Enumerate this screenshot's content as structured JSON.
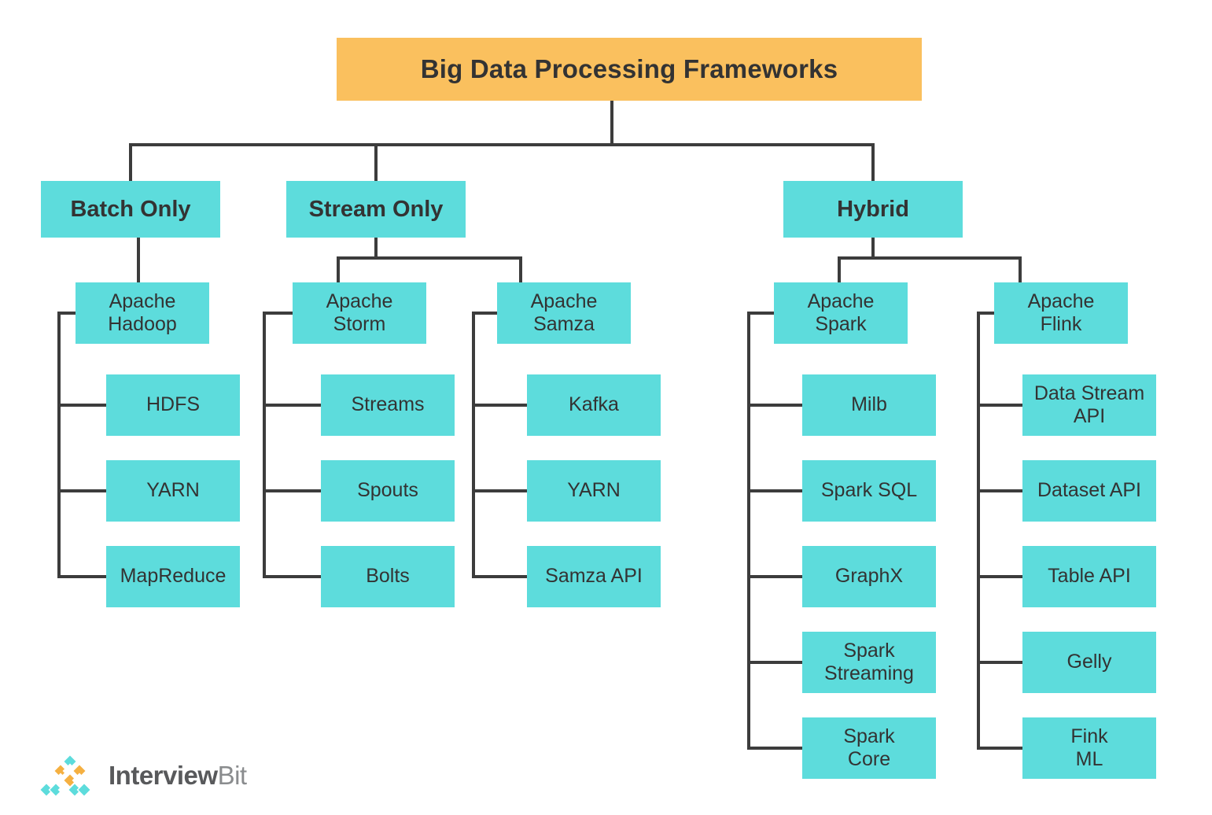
{
  "diagram": {
    "title": "Big Data Processing Frameworks",
    "colors": {
      "root_box": "#FAC05E",
      "node_box": "#5DDCDC",
      "text": "#333333",
      "connector": "#3C3C3C",
      "background": "#FFFFFF"
    },
    "root": {
      "label": "Big Data Processing Frameworks"
    },
    "categories": [
      {
        "label": "Batch Only"
      },
      {
        "label": "Stream Only"
      },
      {
        "label": "Hybrid"
      }
    ],
    "frameworks": [
      {
        "label": "Apache\nHadoop",
        "category": "Batch Only"
      },
      {
        "label": "Apache\nStorm",
        "category": "Stream Only"
      },
      {
        "label": "Apache\nSamza",
        "category": "Stream Only"
      },
      {
        "label": "Apache\nSpark",
        "category": "Hybrid"
      },
      {
        "label": "Apache\nFlink",
        "category": "Hybrid"
      }
    ],
    "components": {
      "hadoop": [
        "HDFS",
        "YARN",
        "MapReduce"
      ],
      "storm": [
        "Streams",
        "Spouts",
        "Bolts"
      ],
      "samza": [
        "Kafka",
        "YARN",
        "Samza API"
      ],
      "spark": [
        "Milb",
        "Spark SQL",
        "GraphX",
        "Spark\nStreaming",
        "Spark\nCore"
      ],
      "flink": [
        "Data Stream\nAPI",
        "Dataset API",
        "Table API",
        "Gelly",
        "Fink\nML"
      ]
    }
  },
  "logo": {
    "word_primary": "Interview",
    "word_secondary": "Bit",
    "mark_colors": {
      "teal": "#5DDCDC",
      "orange": "#F5B041"
    }
  }
}
